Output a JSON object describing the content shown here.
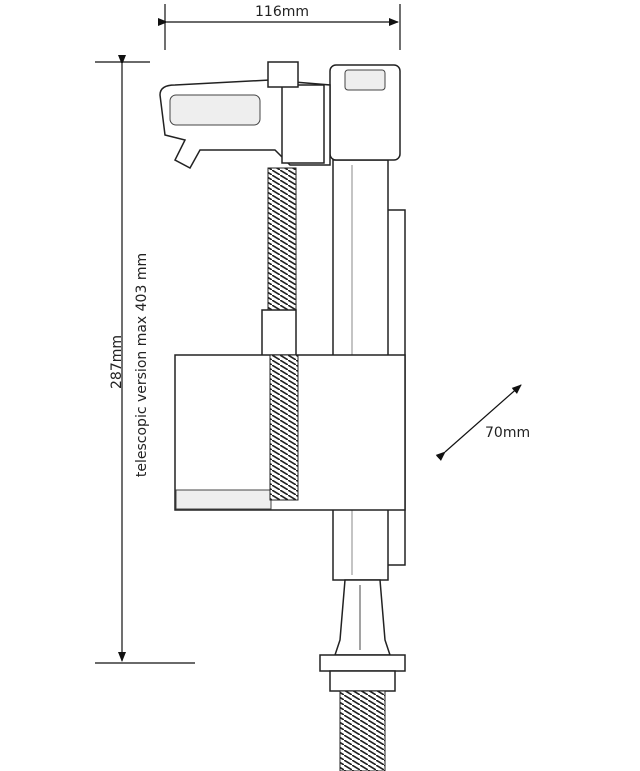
{
  "dimensions": {
    "width": "116mm",
    "height": "287mm",
    "telescopic": "telescopic version max 403 mm",
    "depth": "70mm"
  }
}
